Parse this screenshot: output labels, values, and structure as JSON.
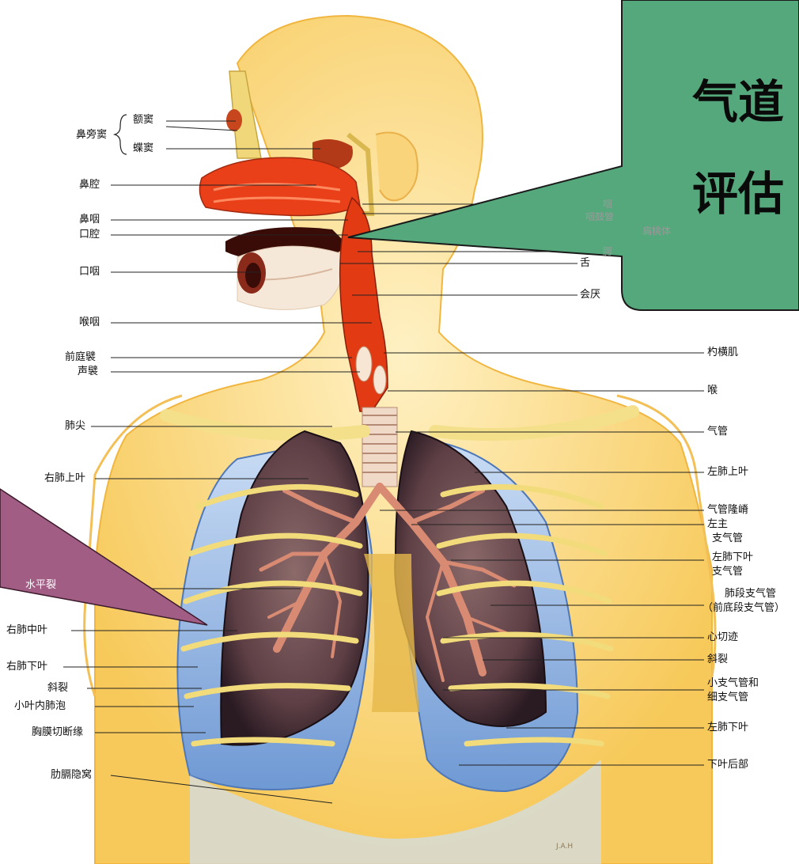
{
  "diagram": {
    "labels_left": {
      "paranasal_sinus": "鼻旁窦",
      "frontal_sinus": "额窦",
      "sphenoid_sinus": "蝶窦",
      "nasal_cavity": "鼻腔",
      "nasopharynx": "鼻咽",
      "oral_cavity": "口腔",
      "oropharynx": "口咽",
      "laryngopharynx": "喉咽",
      "vestibular_fold": "前庭襞",
      "vocal_fold": "声襞",
      "lung_apex": "肺尖",
      "right_upper_lobe": "右肺上叶",
      "horizontal_fissure": "水平裂",
      "right_middle_lobe": "右肺中叶",
      "right_lower_lobe": "右肺下叶",
      "oblique_fissure": "斜裂",
      "intralobular_alveoli": "小叶内肺泡",
      "pleura_cut_edge": "胸膜切断缘",
      "costodiaphragmatic_recess": "肋膈隐窝"
    },
    "labels_right": {
      "pharynx": "咽",
      "pharyngotympanic_tube": "咽鼓管",
      "tonsil": "扁桃体",
      "palate": "腭",
      "tongue": "舌",
      "epiglottis": "会厌",
      "arytenoid_muscle": "杓横肌",
      "larynx": "喉",
      "trachea": "气管",
      "left_upper_lobe": "左肺上叶",
      "carina": "气管隆嵴",
      "left_main_bronchus_1": "左主",
      "left_main_bronchus_2": "支气管",
      "left_lower_lobe_bronchus_1": "左肺下叶",
      "left_lower_lobe_bronchus_2": "支气管",
      "segmental_bronchus_1": "肺段支气管",
      "segmental_bronchus_2": "（前底段支气管）",
      "cardiac_notch": "心切迹",
      "oblique_fissure": "斜裂",
      "bronchioles_1": "小支气管和",
      "bronchioles_2": "细支气管",
      "left_lower_lobe": "左肺下叶",
      "posterior_lower_lobe": "下叶后部"
    },
    "signature": "J.A.H"
  },
  "callouts": {
    "green": {
      "line1": "气道",
      "line2": "评估",
      "color": "#54a87c",
      "border": "#1a1a1a"
    },
    "purple": {
      "color": "#a25d84"
    }
  },
  "colors": {
    "skin": "#fbd77a",
    "airway": "#e23a12",
    "lung": "#6b4a4a",
    "pleura": "#8fb4e0",
    "bone": "#f5e28a",
    "bronchi": "#d88a72"
  }
}
